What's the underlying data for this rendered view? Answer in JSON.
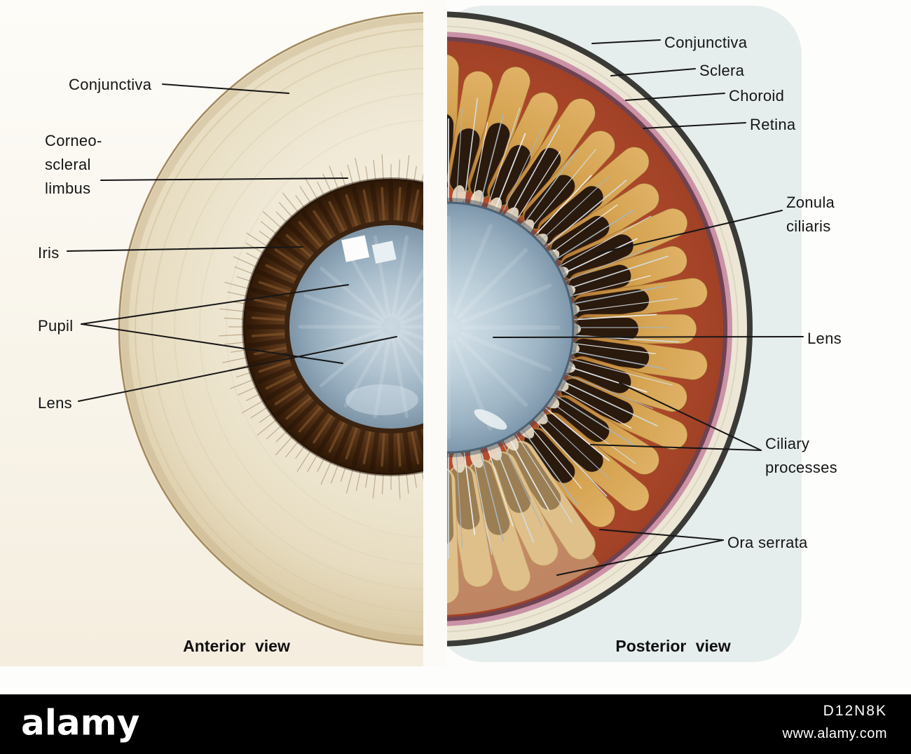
{
  "labels": {
    "left": {
      "conjunctiva": "Conjunctiva",
      "corneoscleral_line1": "Corneo-",
      "corneoscleral_line2": "scleral",
      "corneoscleral_line3": "limbus",
      "iris": "Iris",
      "pupil": "Pupil",
      "lens": "Lens"
    },
    "right": {
      "conjunctiva": "Conjunctiva",
      "sclera": "Sclera",
      "choroid": "Choroid",
      "retina": "Retina",
      "zonula_line1": "Zonula",
      "zonula_line2": "ciliaris",
      "lens": "Lens",
      "ciliary_line1": "Ciliary",
      "ciliary_line2": "processes",
      "ora_serrata": "Ora serrata"
    }
  },
  "captions": {
    "anterior": "Anterior view",
    "posterior": "Posterior view"
  },
  "watermark": {
    "brand": "alamy",
    "image_id": "D12N8K",
    "website": "www.alamy.com"
  },
  "colors": {
    "sclera_cream": "#ece4cf",
    "iris_brown": "#5a3418",
    "pupil_blue": "#9db3c3",
    "retina_red": "#b34c2e",
    "choroid_pink": "#ca92a7",
    "ciliary_tan": "#d6a452",
    "ciliary_dark": "#2a190d",
    "lens_blue": "#a9bfce",
    "background_tint": "#e6eeed",
    "watermark_bg": "#000000"
  }
}
